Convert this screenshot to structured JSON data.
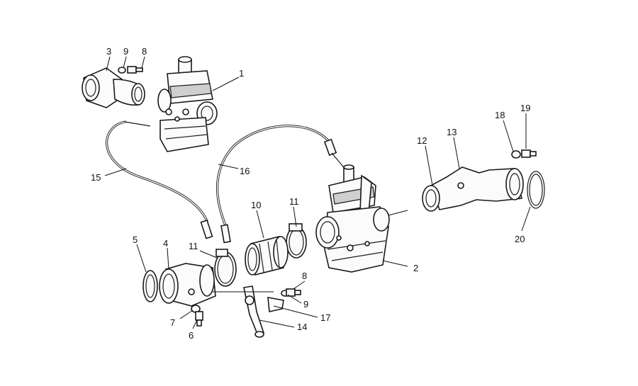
{
  "diagram": {
    "callouts": [
      {
        "id": "c1",
        "text": "1"
      },
      {
        "id": "c2",
        "text": "2"
      },
      {
        "id": "c3",
        "text": "3"
      },
      {
        "id": "c4",
        "text": "4"
      },
      {
        "id": "c5",
        "text": "5"
      },
      {
        "id": "c6",
        "text": "6"
      },
      {
        "id": "c7",
        "text": "7"
      },
      {
        "id": "c8a",
        "text": "8"
      },
      {
        "id": "c8b",
        "text": "8"
      },
      {
        "id": "c9a",
        "text": "9"
      },
      {
        "id": "c9b",
        "text": "9"
      },
      {
        "id": "c10",
        "text": "10"
      },
      {
        "id": "c11a",
        "text": "11"
      },
      {
        "id": "c11b",
        "text": "11"
      },
      {
        "id": "c12",
        "text": "12"
      },
      {
        "id": "c13",
        "text": "13"
      },
      {
        "id": "c14",
        "text": "14"
      },
      {
        "id": "c15",
        "text": "15"
      },
      {
        "id": "c16",
        "text": "16"
      },
      {
        "id": "c17",
        "text": "17"
      },
      {
        "id": "c18",
        "text": "18"
      },
      {
        "id": "c19",
        "text": "19"
      },
      {
        "id": "c20",
        "text": "20"
      }
    ]
  }
}
